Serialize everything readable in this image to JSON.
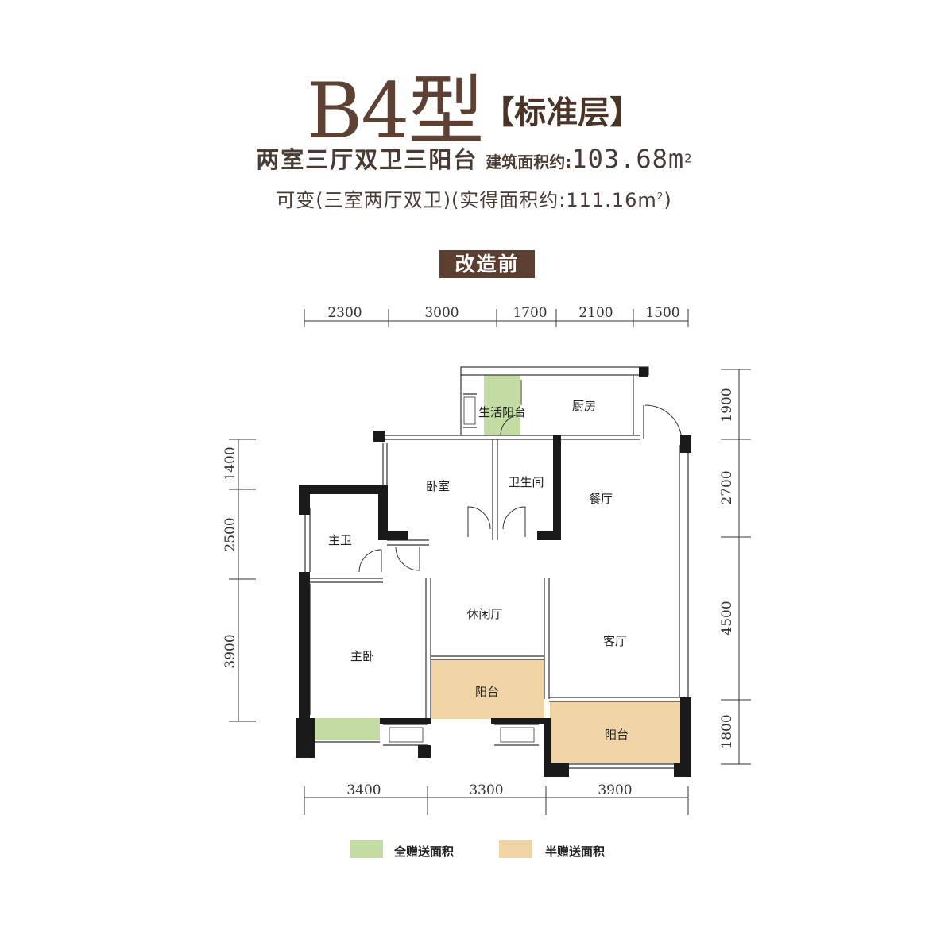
{
  "title": {
    "model": "B4型",
    "floor": "【标准层】"
  },
  "subtitle": {
    "layout": "两室三厅双卫三阳台",
    "area_label": "建筑面积约:",
    "area_value": "103.68m",
    "area_sup": "2",
    "variant": "可变(三室两厅双卫)(实得面积约:111.16m",
    "variant_sup": "2",
    "variant_close": ")"
  },
  "badge": "改造前",
  "dimensions": {
    "top": [
      "2300",
      "3000",
      "1700",
      "2100",
      "1500"
    ],
    "bottom": [
      "3400",
      "3300",
      "3900"
    ],
    "left": [
      "1400",
      "2500",
      "3900"
    ],
    "right": [
      "1900",
      "2700",
      "4500",
      "1800"
    ]
  },
  "rooms": {
    "service_balcony": "生活阳台",
    "kitchen": "厨房",
    "bedroom": "卧室",
    "bathroom": "卫生间",
    "dining": "餐厅",
    "master_bath": "主卫",
    "lounge": "休闲厅",
    "living": "客厅",
    "master_bedroom": "主卧",
    "balcony_1": "阳台",
    "balcony_2": "阳台"
  },
  "legend": [
    {
      "label": "全赠送面积",
      "color": "#c3dca3"
    },
    {
      "label": "半赠送面积",
      "color": "#f0d4a6"
    }
  ],
  "colors": {
    "brand_brown": "#5c3f31",
    "full_gift": "#c3dca3",
    "half_gift": "#f0d4a6"
  }
}
